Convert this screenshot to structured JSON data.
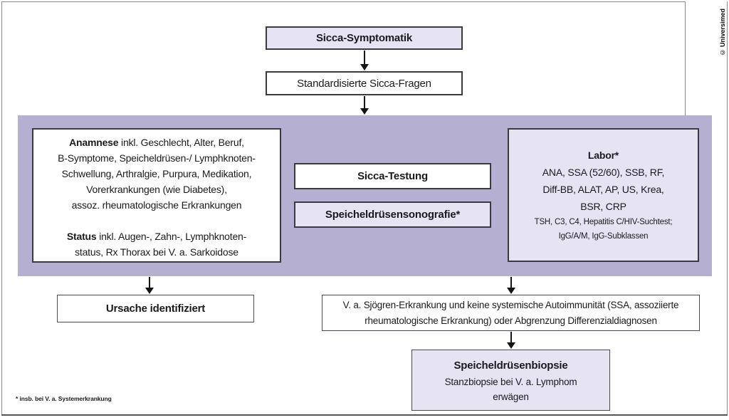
{
  "copyright": "© Universimed",
  "colors": {
    "band_background": "#b5b0d1",
    "light_box_fill": "#e6e4f2",
    "box_border": "#3a3a42",
    "arrow": "#141414"
  },
  "flow": {
    "start_box": "Sicca-Symptomatik",
    "questions_box": "Standardisierte Sicca-Fragen"
  },
  "workup": {
    "anamnese": {
      "title": "Anamnese",
      "title_rest": " inkl. Geschlecht, Alter, Beruf,",
      "line2": "B-Symptome, Speicheldrüsen-/ Lymphknoten-",
      "line3": "Schwellung, Arthralgie, Purpura, Medikation,",
      "line4": "Vorerkrankungen (wie Diabetes),",
      "line5": "assoz. rheumatologische Erkrankungen",
      "status_title": "Status",
      "status_rest": " inkl. Augen-, Zahn-, Lymphknoten-",
      "status_line2": "status, Rx Thorax bei V. a. Sarkoidose"
    },
    "sicca_testung_box": "Sicca-Testung",
    "sonografie_box": "Speicheldrüsensonografie*",
    "labor": {
      "title": "Labor*",
      "lines": [
        "ANA, SSA (52/60), SSB, RF,",
        "Diff-BB, ALAT, AP, US, Krea,",
        "BSR, CRP"
      ],
      "small_lines": [
        "TSH, C3, C4, Hepatitis C/HIV-Suchtest;",
        "IgG/A/M, IgG-Subklassen"
      ]
    }
  },
  "outcomes": {
    "ursache_box": "Ursache identifiziert",
    "sjoegren_line1": "V. a. Sjögren-Erkrankung und keine systemische Autoimmunität (SSA, assoziierte",
    "sjoegren_line2": "rheumatologische Erkrankung) oder Abgrenzung Differenzialdiagnosen",
    "biopsie": {
      "title": "Speicheldrüsenbiopsie",
      "line2": "Stanzbiopsie bei V. a. Lymphom",
      "line3": "erwägen"
    }
  },
  "footnote": "* insb. bei V. a. Systemerkrankung"
}
